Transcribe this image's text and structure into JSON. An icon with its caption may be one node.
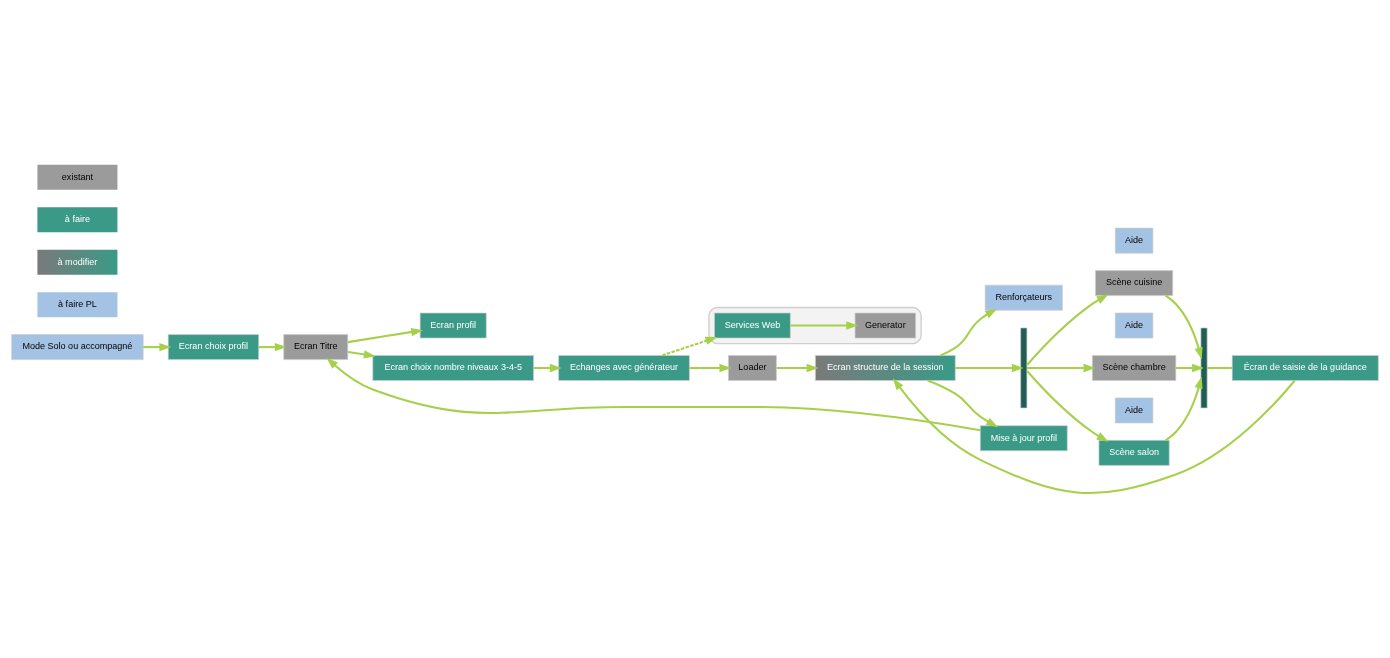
{
  "diagram": {
    "nodes": [
      {
        "text": [],
        "shape": "cloud"
      },
      {
        "text": [
          "Generator"
        ],
        "in": 0
      },
      {
        "text": [
          "Services Web"
        ],
        "in": 0
      },
      {
        "text": [
          "Renforçateurs"
        ]
      },
      {
        "text": [
          "Mode Solo ou accompagné"
        ]
      },
      {
        "text": [
          "Ecran profil"
        ]
      },
      {
        "text": [
          "Echanges avec générateur"
        ]
      },
      {
        "text": [
          "Loader"
        ]
      },
      {
        "text": [
          "Aide"
        ]
      },
      {
        "text": [
          "Scène salon"
        ]
      },
      {
        "text": [
          "Ecran choix profil"
        ]
      },
      {
        "text": [
          "Ecran Titre"
        ]
      },
      {
        "text": [
          "Ecran choix nombre niveaux 3-4-5"
        ]
      },
      {
        "text": [
          "Ecran structure de la session"
        ]
      },
      {
        "text": [],
        "shape": "bar"
      },
      {
        "text": [
          "Aide"
        ]
      },
      {
        "text": [
          "Scène cuisine"
        ]
      },
      {
        "text": [],
        "shape": "bar"
      },
      {
        "text": [
          "Écran de saisie de la guidance"
        ]
      },
      {
        "text": [
          "Aide"
        ]
      },
      {
        "text": [
          "Scène chambre"
        ]
      },
      {
        "text": [
          "Mise à jour profil"
        ]
      }
    ],
    "edges": [
      {
        "from": 2,
        "to": 1,
        "arrow": "to"
      },
      {
        "from": 6,
        "to": 2,
        "arrow": "to",
        "style": "dashed"
      },
      {
        "from": 4,
        "to": 10,
        "arrow": "to"
      },
      {
        "from": 10,
        "to": 11,
        "arrow": "to"
      },
      {
        "from": 11,
        "to": 5,
        "arrow": "to"
      },
      {
        "from": 11,
        "to": 12,
        "arrow": "to"
      },
      {
        "from": 12,
        "to": 6,
        "arrow": "to"
      },
      {
        "from": 6,
        "to": 7,
        "arrow": "to"
      },
      {
        "from": 7,
        "to": 13,
        "arrow": "to"
      },
      {
        "from": 13,
        "to": 3,
        "arrow": "to"
      },
      {
        "from": 13,
        "to": 14,
        "arrow": "to"
      },
      {
        "from": 14,
        "to": 9,
        "arrow": "to"
      },
      {
        "from": 14,
        "to": 16,
        "arrow": "to"
      },
      {
        "from": 14,
        "to": 20,
        "arrow": "to"
      },
      {
        "from": 9,
        "to": 17,
        "arrow": "to"
      },
      {
        "from": 16,
        "to": 17,
        "arrow": "to"
      },
      {
        "from": 20,
        "to": 17,
        "arrow": "to"
      },
      {
        "from": 17,
        "to": 18,
        "arrow": "none"
      },
      {
        "from": 18,
        "to": 13,
        "arrow": "to"
      },
      {
        "from": 13,
        "to": 21,
        "arrow": "to"
      },
      {
        "from": 21,
        "to": 11,
        "arrow": "to"
      }
    ],
    "legend": [
      {
        "text": "existant",
        "color": "#9b9b9b"
      },
      {
        "text": "à faire",
        "color": "#3a9a87"
      },
      {
        "text": "à modifier"
      },
      {
        "text": "à faire PL",
        "color": "#a4c2e4"
      }
    ]
  }
}
